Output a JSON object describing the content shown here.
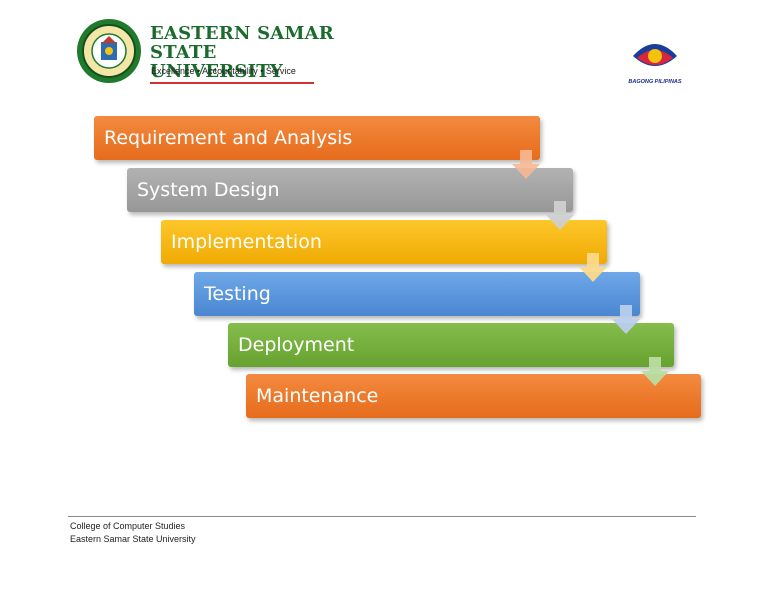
{
  "header": {
    "university_line1": "EASTERN SAMAR",
    "university_line2": "STATE UNIVERSITY",
    "tagline": "Excellence • Accountability • Service",
    "right_logo_caption": "BAGONG PILIPINAS"
  },
  "steps": [
    {
      "label": "Requirement and Analysis",
      "color": "#ed7d31"
    },
    {
      "label": "System Design",
      "color": "#a5a5a5"
    },
    {
      "label": "Implementation",
      "color": "#ffc000"
    },
    {
      "label": "Testing",
      "color": "#5b9bd5"
    },
    {
      "label": "Deployment",
      "color": "#70ad47"
    },
    {
      "label": "Maintenance",
      "color": "#ed7d31"
    }
  ],
  "footer": {
    "line1": "College of Computer Studies",
    "line2": "Eastern Samar State University"
  }
}
